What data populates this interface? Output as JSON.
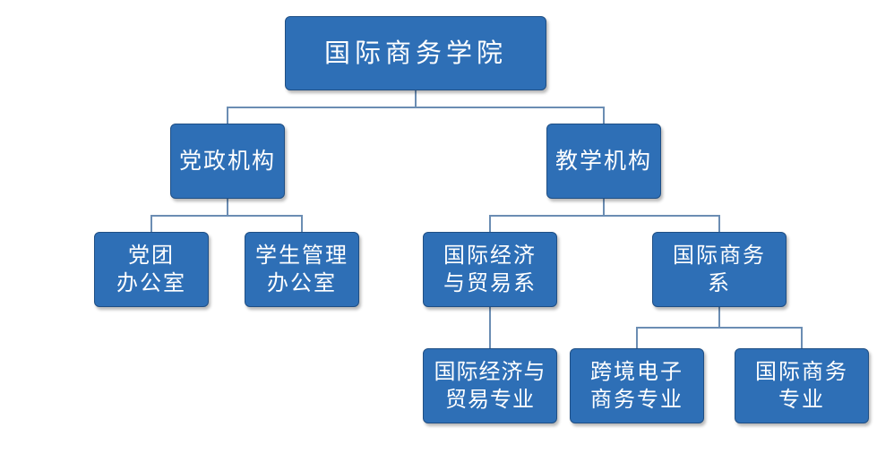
{
  "nodes": {
    "root": "国际商务学院",
    "party": "党政机构",
    "teaching": "教学机构",
    "league": "党团\n办公室",
    "student": "学生管理\n办公室",
    "econ_dept": "国际经济\n与贸易系",
    "biz_dept": "国际商务\n系",
    "econ_major": "国际经济与\n贸易专业",
    "cross_major": "跨境电子\n商务专业",
    "biz_major": "国际商务\n专业"
  },
  "edges": [
    [
      "root",
      "party"
    ],
    [
      "root",
      "teaching"
    ],
    [
      "party",
      "league"
    ],
    [
      "party",
      "student"
    ],
    [
      "teaching",
      "econ_dept"
    ],
    [
      "teaching",
      "biz_dept"
    ],
    [
      "econ_dept",
      "econ_major"
    ],
    [
      "biz_dept",
      "cross_major"
    ],
    [
      "biz_dept",
      "biz_major"
    ]
  ],
  "colors": {
    "node_fill": "#2e6fb6",
    "node_border": "#1f4f85",
    "connector": "#6b8db3",
    "text": "#ffffff"
  }
}
